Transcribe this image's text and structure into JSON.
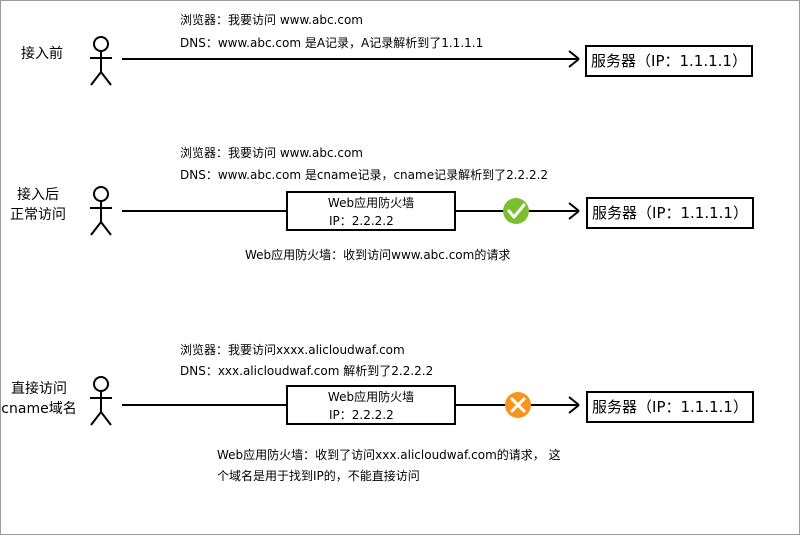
{
  "rows": [
    {
      "label": [
        "接入前"
      ],
      "texts": [
        "浏览器：我要访问 www.abc.com",
        "DNS：www.abc.com 是A记录，A记录解析到了1.1.1.1"
      ],
      "server": "服务器（IP：1.1.1.1）"
    },
    {
      "label": [
        "接入后",
        "正常访问"
      ],
      "texts": [
        "浏览器：我要访问 www.abc.com",
        "DNS：www.abc.com 是cname记录，cname记录解析到了2.2.2.2"
      ],
      "waf": {
        "name": "Web应用防火墙",
        "ip": "IP：2.2.2.2"
      },
      "status": "check",
      "note": [
        "Web应用防火墙：收到访问www.abc.com的请求"
      ],
      "server": "服务器（IP：1.1.1.1）"
    },
    {
      "label": [
        "直接访问",
        "cname域名"
      ],
      "texts": [
        "浏览器：我要访问xxxx.alicloudwaf.com",
        "DNS：xxx.alicloudwaf.com 解析到了2.2.2.2"
      ],
      "waf": {
        "name": "Web应用防火墙",
        "ip": "IP：2.2.2.2"
      },
      "status": "cross",
      "note": [
        "Web应用防火墙：收到了访问xxx.alicloudwaf.com的请求， 这",
        "个域名是用于找到IP的，不能直接访问"
      ],
      "server": "服务器（IP：1.1.1.1）"
    }
  ],
  "colors": {
    "check": "#7cbf2e",
    "cross": "#f7941d",
    "line": "#000000"
  },
  "icons": {
    "person": "stick-figure-icon",
    "ok": "check-circle-icon",
    "blocked": "x-circle-icon"
  }
}
